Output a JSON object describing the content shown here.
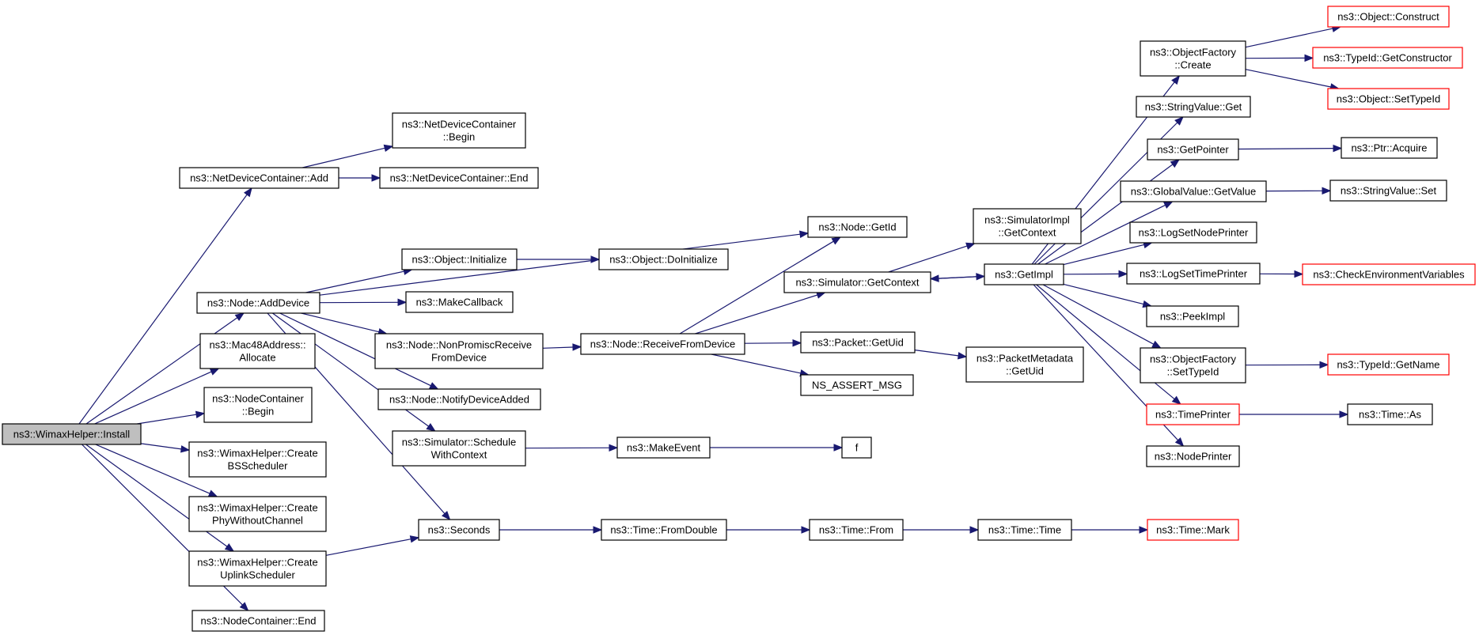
{
  "graph": {
    "title": "",
    "edge_color": "#191970",
    "node_border_color": "#000000",
    "truncated_node_border_color": "#ff0000",
    "root_fill_color": "#bfbfbf"
  },
  "nodes": [
    {
      "id": "root",
      "lines": [
        "ns3::WimaxHelper::Install"
      ],
      "style": "root"
    },
    {
      "id": "ndc_add",
      "lines": [
        "ns3::NetDeviceContainer::Add"
      ]
    },
    {
      "id": "ndc_begin",
      "lines": [
        "ns3::NetDeviceContainer",
        "::Begin"
      ]
    },
    {
      "id": "ndc_end",
      "lines": [
        "ns3::NetDeviceContainer::End"
      ]
    },
    {
      "id": "node_adddevice",
      "lines": [
        "ns3::Node::AddDevice"
      ]
    },
    {
      "id": "mac48_alloc",
      "lines": [
        "ns3::Mac48Address::",
        "Allocate"
      ]
    },
    {
      "id": "nc_begin",
      "lines": [
        "ns3::NodeContainer",
        "::Begin"
      ]
    },
    {
      "id": "create_bss",
      "lines": [
        "ns3::WimaxHelper::Create",
        "BSScheduler"
      ]
    },
    {
      "id": "create_phy",
      "lines": [
        "ns3::WimaxHelper::Create",
        "PhyWithoutChannel"
      ]
    },
    {
      "id": "create_uplink",
      "lines": [
        "ns3::WimaxHelper::Create",
        "UplinkScheduler"
      ]
    },
    {
      "id": "nc_end",
      "lines": [
        "ns3::NodeContainer::End"
      ]
    },
    {
      "id": "obj_init",
      "lines": [
        "ns3::Object::Initialize"
      ]
    },
    {
      "id": "makecallback",
      "lines": [
        "ns3::MakeCallback"
      ]
    },
    {
      "id": "node_nonpromisc",
      "lines": [
        "ns3::Node::NonPromiscReceive",
        "FromDevice"
      ]
    },
    {
      "id": "node_notify",
      "lines": [
        "ns3::Node::NotifyDeviceAdded"
      ]
    },
    {
      "id": "sim_schedule",
      "lines": [
        "ns3::Simulator::Schedule",
        "WithContext"
      ]
    },
    {
      "id": "seconds",
      "lines": [
        "ns3::Seconds"
      ]
    },
    {
      "id": "obj_doinit",
      "lines": [
        "ns3::Object::DoInitialize"
      ]
    },
    {
      "id": "node_recv",
      "lines": [
        "ns3::Node::ReceiveFromDevice"
      ]
    },
    {
      "id": "makeevent",
      "lines": [
        "ns3::MakeEvent"
      ]
    },
    {
      "id": "time_fromdouble",
      "lines": [
        "ns3::Time::FromDouble"
      ]
    },
    {
      "id": "node_getid",
      "lines": [
        "ns3::Node::GetId"
      ]
    },
    {
      "id": "sim_getcontext",
      "lines": [
        "ns3::Simulator::GetContext"
      ]
    },
    {
      "id": "packet_getuid",
      "lines": [
        "ns3::Packet::GetUid"
      ]
    },
    {
      "id": "ns_assert",
      "lines": [
        "NS_ASSERT_MSG"
      ]
    },
    {
      "id": "f",
      "lines": [
        "f"
      ]
    },
    {
      "id": "time_from",
      "lines": [
        "ns3::Time::From"
      ]
    },
    {
      "id": "simimpl_getcontext",
      "lines": [
        "ns3::SimulatorImpl",
        "::GetContext"
      ]
    },
    {
      "id": "getimpl",
      "lines": [
        "ns3::GetImpl"
      ]
    },
    {
      "id": "pktmeta_getuid",
      "lines": [
        "ns3::PacketMetadata",
        "::GetUid"
      ]
    },
    {
      "id": "time_time",
      "lines": [
        "ns3::Time::Time"
      ]
    },
    {
      "id": "objfactory_create",
      "lines": [
        "ns3::ObjectFactory",
        "::Create"
      ]
    },
    {
      "id": "stringvalue_get",
      "lines": [
        "ns3::StringValue::Get"
      ]
    },
    {
      "id": "getpointer",
      "lines": [
        "ns3::GetPointer"
      ]
    },
    {
      "id": "globalvalue_getvalue",
      "lines": [
        "ns3::GlobalValue::GetValue"
      ]
    },
    {
      "id": "logsetnodeprinter",
      "lines": [
        "ns3::LogSetNodePrinter"
      ]
    },
    {
      "id": "logsettimeprinter",
      "lines": [
        "ns3::LogSetTimePrinter"
      ]
    },
    {
      "id": "peekimpl",
      "lines": [
        "ns3::PeekImpl"
      ]
    },
    {
      "id": "objfactory_settypeid",
      "lines": [
        "ns3::ObjectFactory",
        "::SetTypeId"
      ]
    },
    {
      "id": "timeprinter",
      "lines": [
        "ns3::TimePrinter"
      ],
      "style": "trunc"
    },
    {
      "id": "nodeprinter",
      "lines": [
        "ns3::NodePrinter"
      ]
    },
    {
      "id": "time_mark",
      "lines": [
        "ns3::Time::Mark"
      ],
      "style": "trunc"
    },
    {
      "id": "object_construct",
      "lines": [
        "ns3::Object::Construct"
      ],
      "style": "trunc"
    },
    {
      "id": "typeid_getconstructor",
      "lines": [
        "ns3::TypeId::GetConstructor"
      ],
      "style": "trunc"
    },
    {
      "id": "object_settypeid",
      "lines": [
        "ns3::Object::SetTypeId"
      ],
      "style": "trunc"
    },
    {
      "id": "ptr_acquire",
      "lines": [
        "ns3::Ptr::Acquire"
      ]
    },
    {
      "id": "stringvalue_set",
      "lines": [
        "ns3::StringValue::Set"
      ]
    },
    {
      "id": "checkenv",
      "lines": [
        "ns3::CheckEnvironmentVariables"
      ],
      "style": "trunc"
    },
    {
      "id": "typeid_getname",
      "lines": [
        "ns3::TypeId::GetName"
      ],
      "style": "trunc"
    },
    {
      "id": "time_as",
      "lines": [
        "ns3::Time::As"
      ]
    }
  ],
  "edges": [
    [
      "root",
      "ndc_add"
    ],
    [
      "root",
      "node_adddevice"
    ],
    [
      "root",
      "mac48_alloc"
    ],
    [
      "root",
      "nc_begin"
    ],
    [
      "root",
      "create_bss"
    ],
    [
      "root",
      "create_phy"
    ],
    [
      "root",
      "create_uplink"
    ],
    [
      "root",
      "nc_end"
    ],
    [
      "ndc_add",
      "ndc_begin"
    ],
    [
      "ndc_add",
      "ndc_end"
    ],
    [
      "node_adddevice",
      "node_getid"
    ],
    [
      "node_adddevice",
      "obj_init"
    ],
    [
      "node_adddevice",
      "makecallback"
    ],
    [
      "node_adddevice",
      "node_nonpromisc"
    ],
    [
      "node_adddevice",
      "node_notify"
    ],
    [
      "node_adddevice",
      "sim_schedule"
    ],
    [
      "node_adddevice",
      "seconds"
    ],
    [
      "create_uplink",
      "seconds"
    ],
    [
      "obj_init",
      "obj_doinit"
    ],
    [
      "node_nonpromisc",
      "node_recv"
    ],
    [
      "sim_schedule",
      "makeevent"
    ],
    [
      "makeevent",
      "f"
    ],
    [
      "seconds",
      "time_fromdouble"
    ],
    [
      "time_fromdouble",
      "time_from"
    ],
    [
      "time_from",
      "time_time"
    ],
    [
      "time_time",
      "time_mark"
    ],
    [
      "node_recv",
      "node_getid"
    ],
    [
      "node_recv",
      "sim_getcontext"
    ],
    [
      "node_recv",
      "packet_getuid"
    ],
    [
      "node_recv",
      "ns_assert"
    ],
    [
      "sim_getcontext",
      "simimpl_getcontext"
    ],
    [
      "sim_getcontext",
      "getimpl"
    ],
    [
      "packet_getuid",
      "pktmeta_getuid"
    ],
    [
      "getimpl",
      "sim_getcontext"
    ],
    [
      "getimpl",
      "objfactory_create"
    ],
    [
      "getimpl",
      "stringvalue_get"
    ],
    [
      "getimpl",
      "getpointer"
    ],
    [
      "getimpl",
      "globalvalue_getvalue"
    ],
    [
      "getimpl",
      "logsetnodeprinter"
    ],
    [
      "getimpl",
      "logsettimeprinter"
    ],
    [
      "getimpl",
      "peekimpl"
    ],
    [
      "getimpl",
      "objfactory_settypeid"
    ],
    [
      "getimpl",
      "timeprinter"
    ],
    [
      "getimpl",
      "nodeprinter"
    ],
    [
      "objfactory_create",
      "object_construct"
    ],
    [
      "objfactory_create",
      "typeid_getconstructor"
    ],
    [
      "objfactory_create",
      "object_settypeid"
    ],
    [
      "getpointer",
      "ptr_acquire"
    ],
    [
      "globalvalue_getvalue",
      "stringvalue_set"
    ],
    [
      "logsettimeprinter",
      "checkenv"
    ],
    [
      "objfactory_settypeid",
      "typeid_getname"
    ],
    [
      "timeprinter",
      "time_as"
    ]
  ]
}
